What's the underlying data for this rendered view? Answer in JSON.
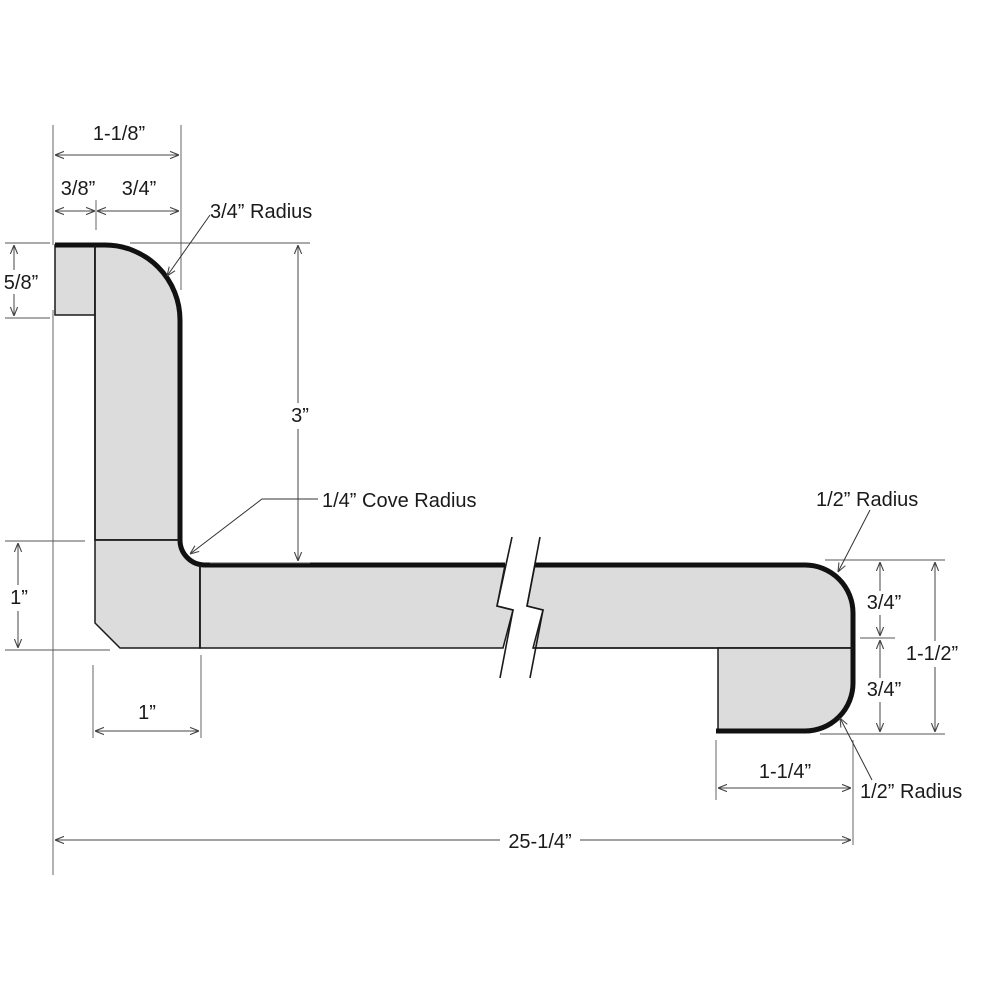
{
  "labels": {
    "top_overall": "1-1/8”",
    "top_left": "3/8”",
    "top_right": "3/4”",
    "top_radius": "3/4” Radius",
    "left_height": "5/8”",
    "vertical_height": "3”",
    "cove_radius": "1/4” Cove Radius",
    "bottom_left_height": "1”",
    "bottom_left_width": "1”",
    "right_radius_top": "1/2” Radius",
    "right_upper": "3/4”",
    "right_lower": "3/4”",
    "right_total": "1-1/2”",
    "right_bottom_width": "1-1/4”",
    "right_radius_bottom": "1/2” Radius",
    "overall_length": "25-1/4”"
  }
}
